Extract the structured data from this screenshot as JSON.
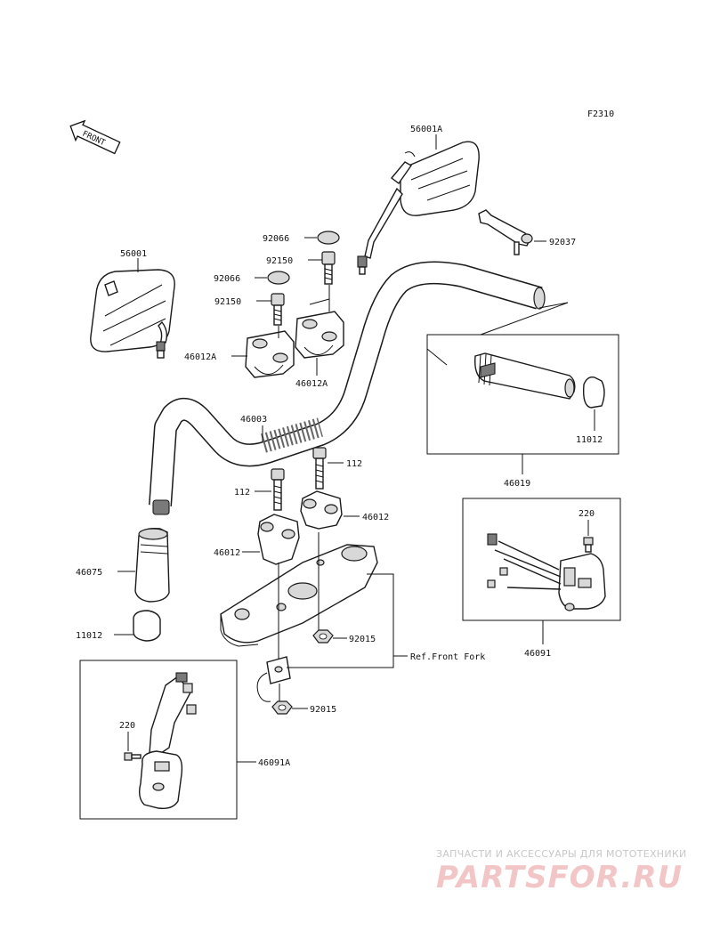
{
  "figure_code": "F2310",
  "front_arrow": "FRONT",
  "parts": {
    "mirror_right": "56001A",
    "mirror_left": "56001",
    "cap_top": "92066",
    "cap_left": "92066",
    "bolt_top": "92150",
    "bolt_left": "92150",
    "holder_upper_left": "46012A",
    "holder_upper_right": "46012A",
    "weight_bolt": "92037",
    "handlebar": "46003",
    "grip_assembly": "46019",
    "end_cap_right": "11012",
    "bolt_right": "112",
    "bolt_left_lower": "112",
    "holder_lower_right": "46012",
    "holder_lower_left": "46012",
    "grip_left": "46075",
    "end_cap_left": "11012",
    "switch_right": "46091",
    "screw_right": "220",
    "nut_upper": "92015",
    "nut_lower": "92015",
    "ref_front_fork": "Ref.Front Fork",
    "switch_left": "46091A",
    "screw_left": "220"
  },
  "watermark": {
    "line1": "ЗАПЧАСТИ И АКСЕССУАРЫ ДЛЯ МОТОТЕХНИКИ",
    "line2": "PARTSFOR.RU"
  }
}
